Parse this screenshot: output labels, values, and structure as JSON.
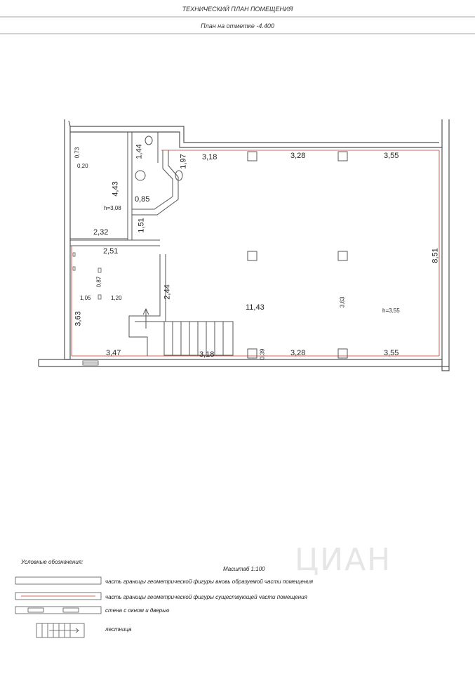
{
  "header": {
    "title": "ТЕХНИЧЕСКИЙ ПЛАН ПОМЕЩЕНИЯ",
    "subtitle": "План на отметке -4.400"
  },
  "plan": {
    "dims_top": [
      "3,18",
      "3,28",
      "3,55"
    ],
    "dims_bottom": [
      "3,47",
      "3,18",
      "3,28",
      "3,55"
    ],
    "dim_left_room": {
      "width": "4,43",
      "height_label": "h=3,08",
      "bottom": "2,32",
      "small_a": "0,73",
      "small_b": "0,20"
    },
    "dim_wc": {
      "a": "1,44",
      "b": "1,97",
      "c": "0,85"
    },
    "dim_corridor": {
      "a": "1,51",
      "b": "2,51"
    },
    "dim_entry": {
      "a": "0,87",
      "b": "1,05",
      "c": "1,20",
      "d": "3,63"
    },
    "dim_stair": "2,44",
    "dim_main": {
      "span": "11,43",
      "depth": "3,63",
      "height": "h=3,55",
      "right": "8,51",
      "gap": "0,39"
    }
  },
  "legend": {
    "heading": "Условные обозначения:",
    "scale": "Масштаб 1:100",
    "items": [
      "часть границы геометрической фигуры вновь образуемой части помещения",
      "часть границы геометрической фигуры существующей части помещения",
      "стена с окном и дверью",
      "лестница"
    ]
  },
  "watermark": "ЦИАН",
  "colors": {
    "wall": "#555555",
    "accent": "#c0392b"
  }
}
